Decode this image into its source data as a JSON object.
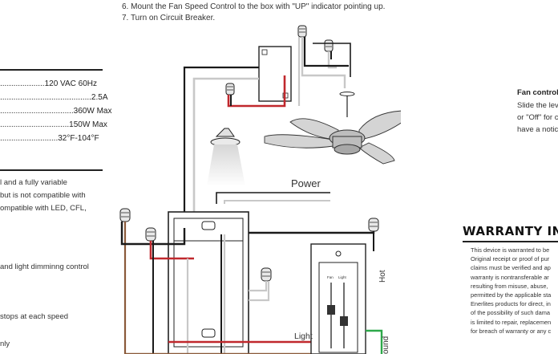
{
  "steps": [
    "6.  Mount the Fan Speed Control to the box with \"UP\" indicator pointing up.",
    "7.  Turn on Circuit Breaker."
  ],
  "specs": [
    "....................120 VAC 60Hz",
    ".........................................2.5A",
    ".................................360W Max",
    "...............................150W Max",
    "..........................32°F-104°F"
  ],
  "description": [
    "l and a fully variable",
    "but is not compatible with",
    "ompatible with LED, CFL,"
  ],
  "features": [
    " and light dimminng control",
    "stops at each speed",
    "nly"
  ],
  "fan_control": {
    "heading": "Fan control",
    "lines": [
      "Slide the lev",
      "or \"Off\" for c",
      "have a notic"
    ]
  },
  "warranty": {
    "heading": "WARRANTY INF",
    "lines": [
      "This device is warranted to be",
      "Original receipt or proof of pur",
      "claims must be verified and ap",
      "warranty is nontransferable ar",
      "resulting from misuse, abuse,",
      "permitted by the applicable sta",
      "Enerlites products for direct, in",
      "of the possibility of such dama",
      "is limited to repair, replacemen",
      "for breach of warranty or any c"
    ]
  },
  "diagram": {
    "power_label": "Power",
    "light_label": "Light",
    "hot_label": "Hot",
    "ground_label": "ound",
    "fan_label": "Fan",
    "light_small": "Light"
  },
  "colors": {
    "black_wire": "#1a1a1a",
    "white_wire": "#c8c8c8",
    "red_wire": "#c0282d",
    "brown_wire": "#8a5a3a",
    "green_wire": "#2ea84a"
  }
}
